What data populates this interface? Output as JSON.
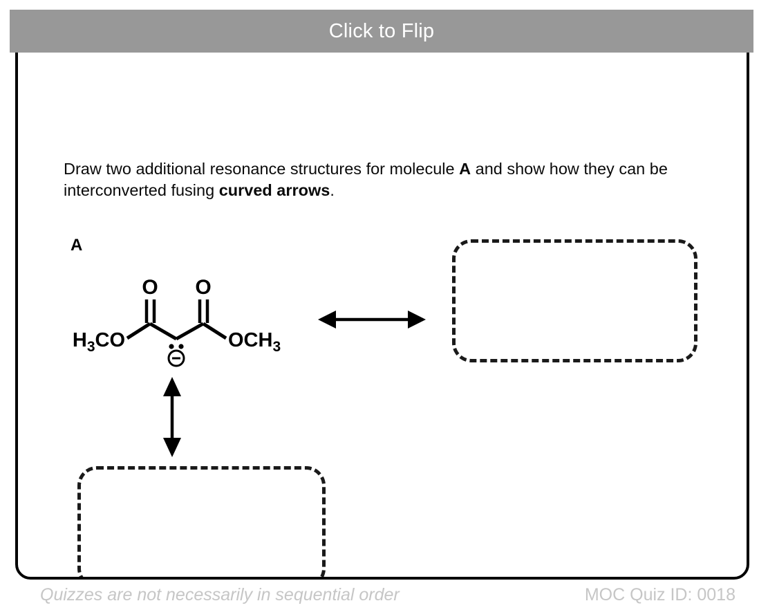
{
  "header": {
    "flip_label": "Click to Flip",
    "background_color": "#989898",
    "text_color": "#ffffff"
  },
  "card": {
    "border_color": "#000000",
    "background_color": "#ffffff"
  },
  "question": {
    "text_part_1": "Draw two additional resonance structures for molecule ",
    "emphasis_1": "A",
    "text_part_2": " and show how they can be interconverted fusing ",
    "emphasis_2": "curved arrows",
    "text_part_3": "."
  },
  "molecule": {
    "label": "A",
    "name": "dimethyl-malonate-anion",
    "left_group": "H",
    "left_group_sub": "3",
    "left_group_rest": "CO",
    "right_group": "OCH",
    "right_group_sub": "3",
    "carbonyl_oxygen_left": "O",
    "carbonyl_oxygen_right": "O",
    "charge_symbol": "⊖",
    "lone_pair_count": 2
  },
  "arrows": {
    "horizontal": "double-headed-resonance-arrow",
    "vertical": "double-headed-resonance-arrow"
  },
  "answer_boxes": [
    {
      "name": "answer-box-right",
      "content": "",
      "style": "dashed"
    },
    {
      "name": "answer-box-bottom",
      "content": "",
      "style": "dashed"
    }
  ],
  "footer": {
    "note": "Quizzes are not necessarily in sequential order",
    "quiz_id": "MOC Quiz ID: 0018",
    "text_color": "#c6c6c6"
  }
}
